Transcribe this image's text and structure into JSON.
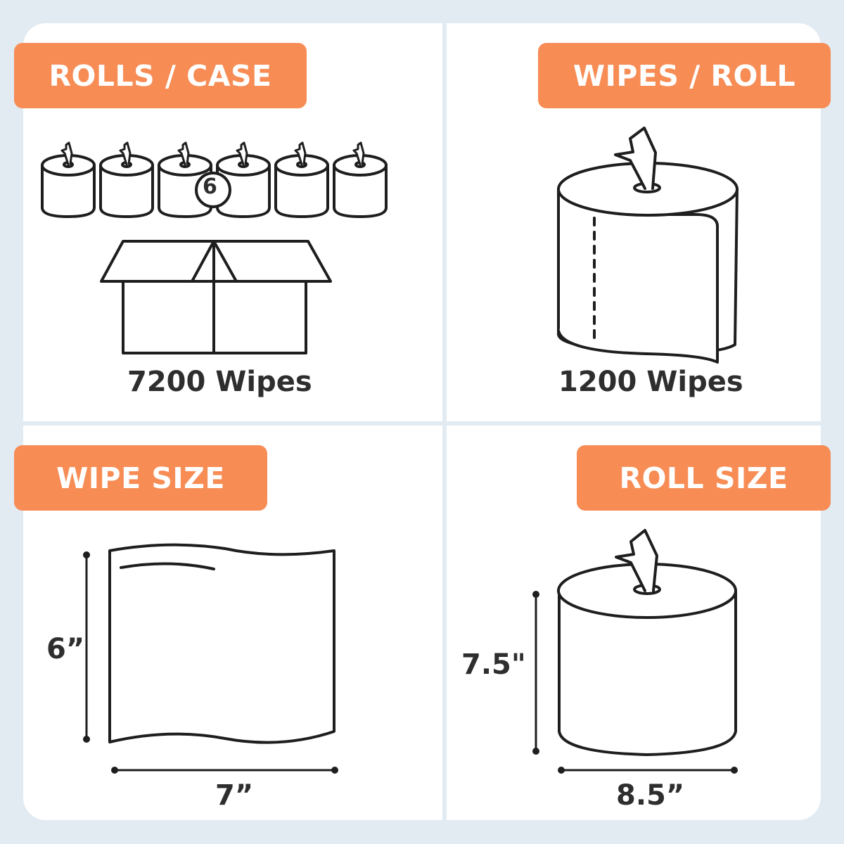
{
  "theme": {
    "background": "#e2eaf2",
    "card": "#ffffff",
    "badge_color": "#f78c55",
    "badge_text": "#ffffff",
    "text_color": "#2e2e2e",
    "line_color": "#1e1e1e"
  },
  "panels": [
    {
      "id": "rolls-per-case",
      "title": "ROLLS / CASE",
      "roll_count_badge": "6",
      "caption": "7200 Wipes",
      "icons": [
        "roll-icon",
        "roll-icon",
        "roll-icon",
        "roll-icon",
        "roll-icon",
        "roll-icon",
        "open-box-icon"
      ]
    },
    {
      "id": "wipes-per-roll",
      "title": "WIPES / ROLL",
      "caption": "1200 Wipes",
      "icons": [
        "unrolling-roll-icon"
      ]
    },
    {
      "id": "wipe-size",
      "title": "WIPE SIZE",
      "height_label": "6”",
      "width_label": "7”",
      "icons": [
        "wipe-sheet-icon"
      ]
    },
    {
      "id": "roll-size",
      "title": "ROLL SIZE",
      "height_label": "7.5\"",
      "width_label": "8.5”",
      "icons": [
        "roll-icon"
      ]
    }
  ]
}
